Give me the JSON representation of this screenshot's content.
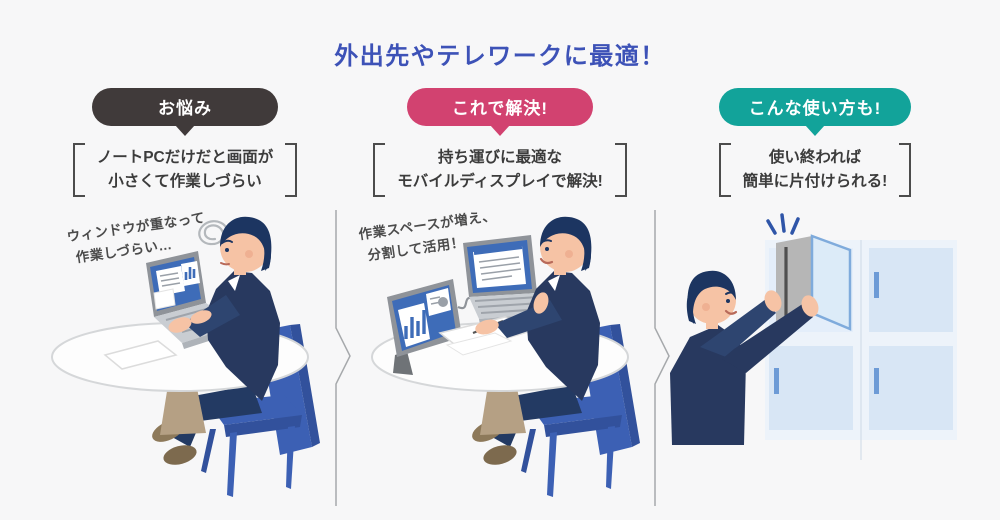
{
  "page": {
    "title": "外出先やテレワークに最適！",
    "title_color": "#3d52b7",
    "background_color": "#f7f7f8"
  },
  "columns": [
    {
      "badge": {
        "label": "お悩み",
        "color": "#403a3a"
      },
      "heading_lines": [
        "ノートPCだけだと画面が",
        "小さくて作業しづらい"
      ],
      "caption_lines": [
        "ウィンドウが重なって",
        "作業しづらい…"
      ]
    },
    {
      "badge": {
        "label": "これで解決!",
        "color": "#d24270"
      },
      "heading_lines": [
        "持ち運びに最適な",
        "モバイルディスプレイで解決!"
      ],
      "caption_lines": [
        "作業スペースが増え、",
        "分割して活用！"
      ]
    },
    {
      "badge": {
        "label": "こんな使い方も!",
        "color": "#12a39a"
      },
      "heading_lines": [
        "使い終われば",
        "簡単に片付けられる!"
      ]
    }
  ],
  "colors": {
    "heading_text": "#3c3c3c",
    "bracket": "#4c4c4c",
    "divider": "#a6a9ac",
    "person_suit": "#28395f",
    "chair_blue": "#3c60b4",
    "screen_blue": "#3e6cb8",
    "cabinet_door": "#d8e6f5"
  }
}
